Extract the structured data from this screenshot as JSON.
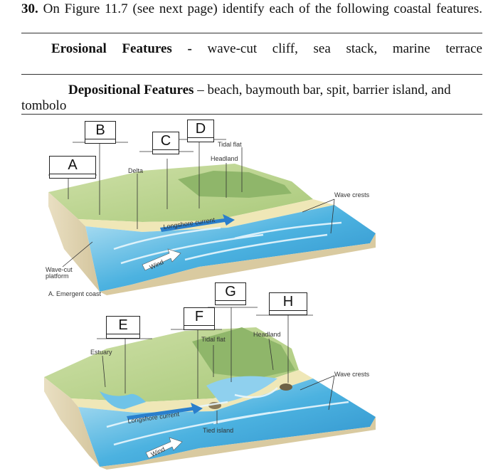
{
  "question": {
    "number": "30.",
    "text": "On Figure 11.7 (see next page) identify each of the following coastal features."
  },
  "erosional": {
    "heading": "Erosional Features",
    "dash": "-",
    "items": "wave-cut cliff, sea stack, marine terrace"
  },
  "depositional": {
    "heading": "Depositional Features",
    "dash": "–",
    "items": "beach, baymouth bar, spit, barrier island, and tombolo"
  },
  "figure": {
    "boxes": [
      "A",
      "B",
      "C",
      "D",
      "E",
      "F",
      "G",
      "H"
    ],
    "top_labels": {
      "tidal_flat": "Tidal flat",
      "headland": "Headland",
      "delta": "Delta",
      "wave_crests": "Wave crests",
      "longshore": "Longshore current",
      "wind": "Wind",
      "wave_cut": "Wave-cut",
      "platform": "platform",
      "caption": "A. Emergent coast"
    },
    "bottom_labels": {
      "estuary": "Estuary",
      "tidal_flat": "Tidal flat",
      "headland": "Headland",
      "wave_crests": "Wave crests",
      "longshore": "Longshore current",
      "tied_island": "Tied island",
      "wind": "Wind"
    }
  }
}
